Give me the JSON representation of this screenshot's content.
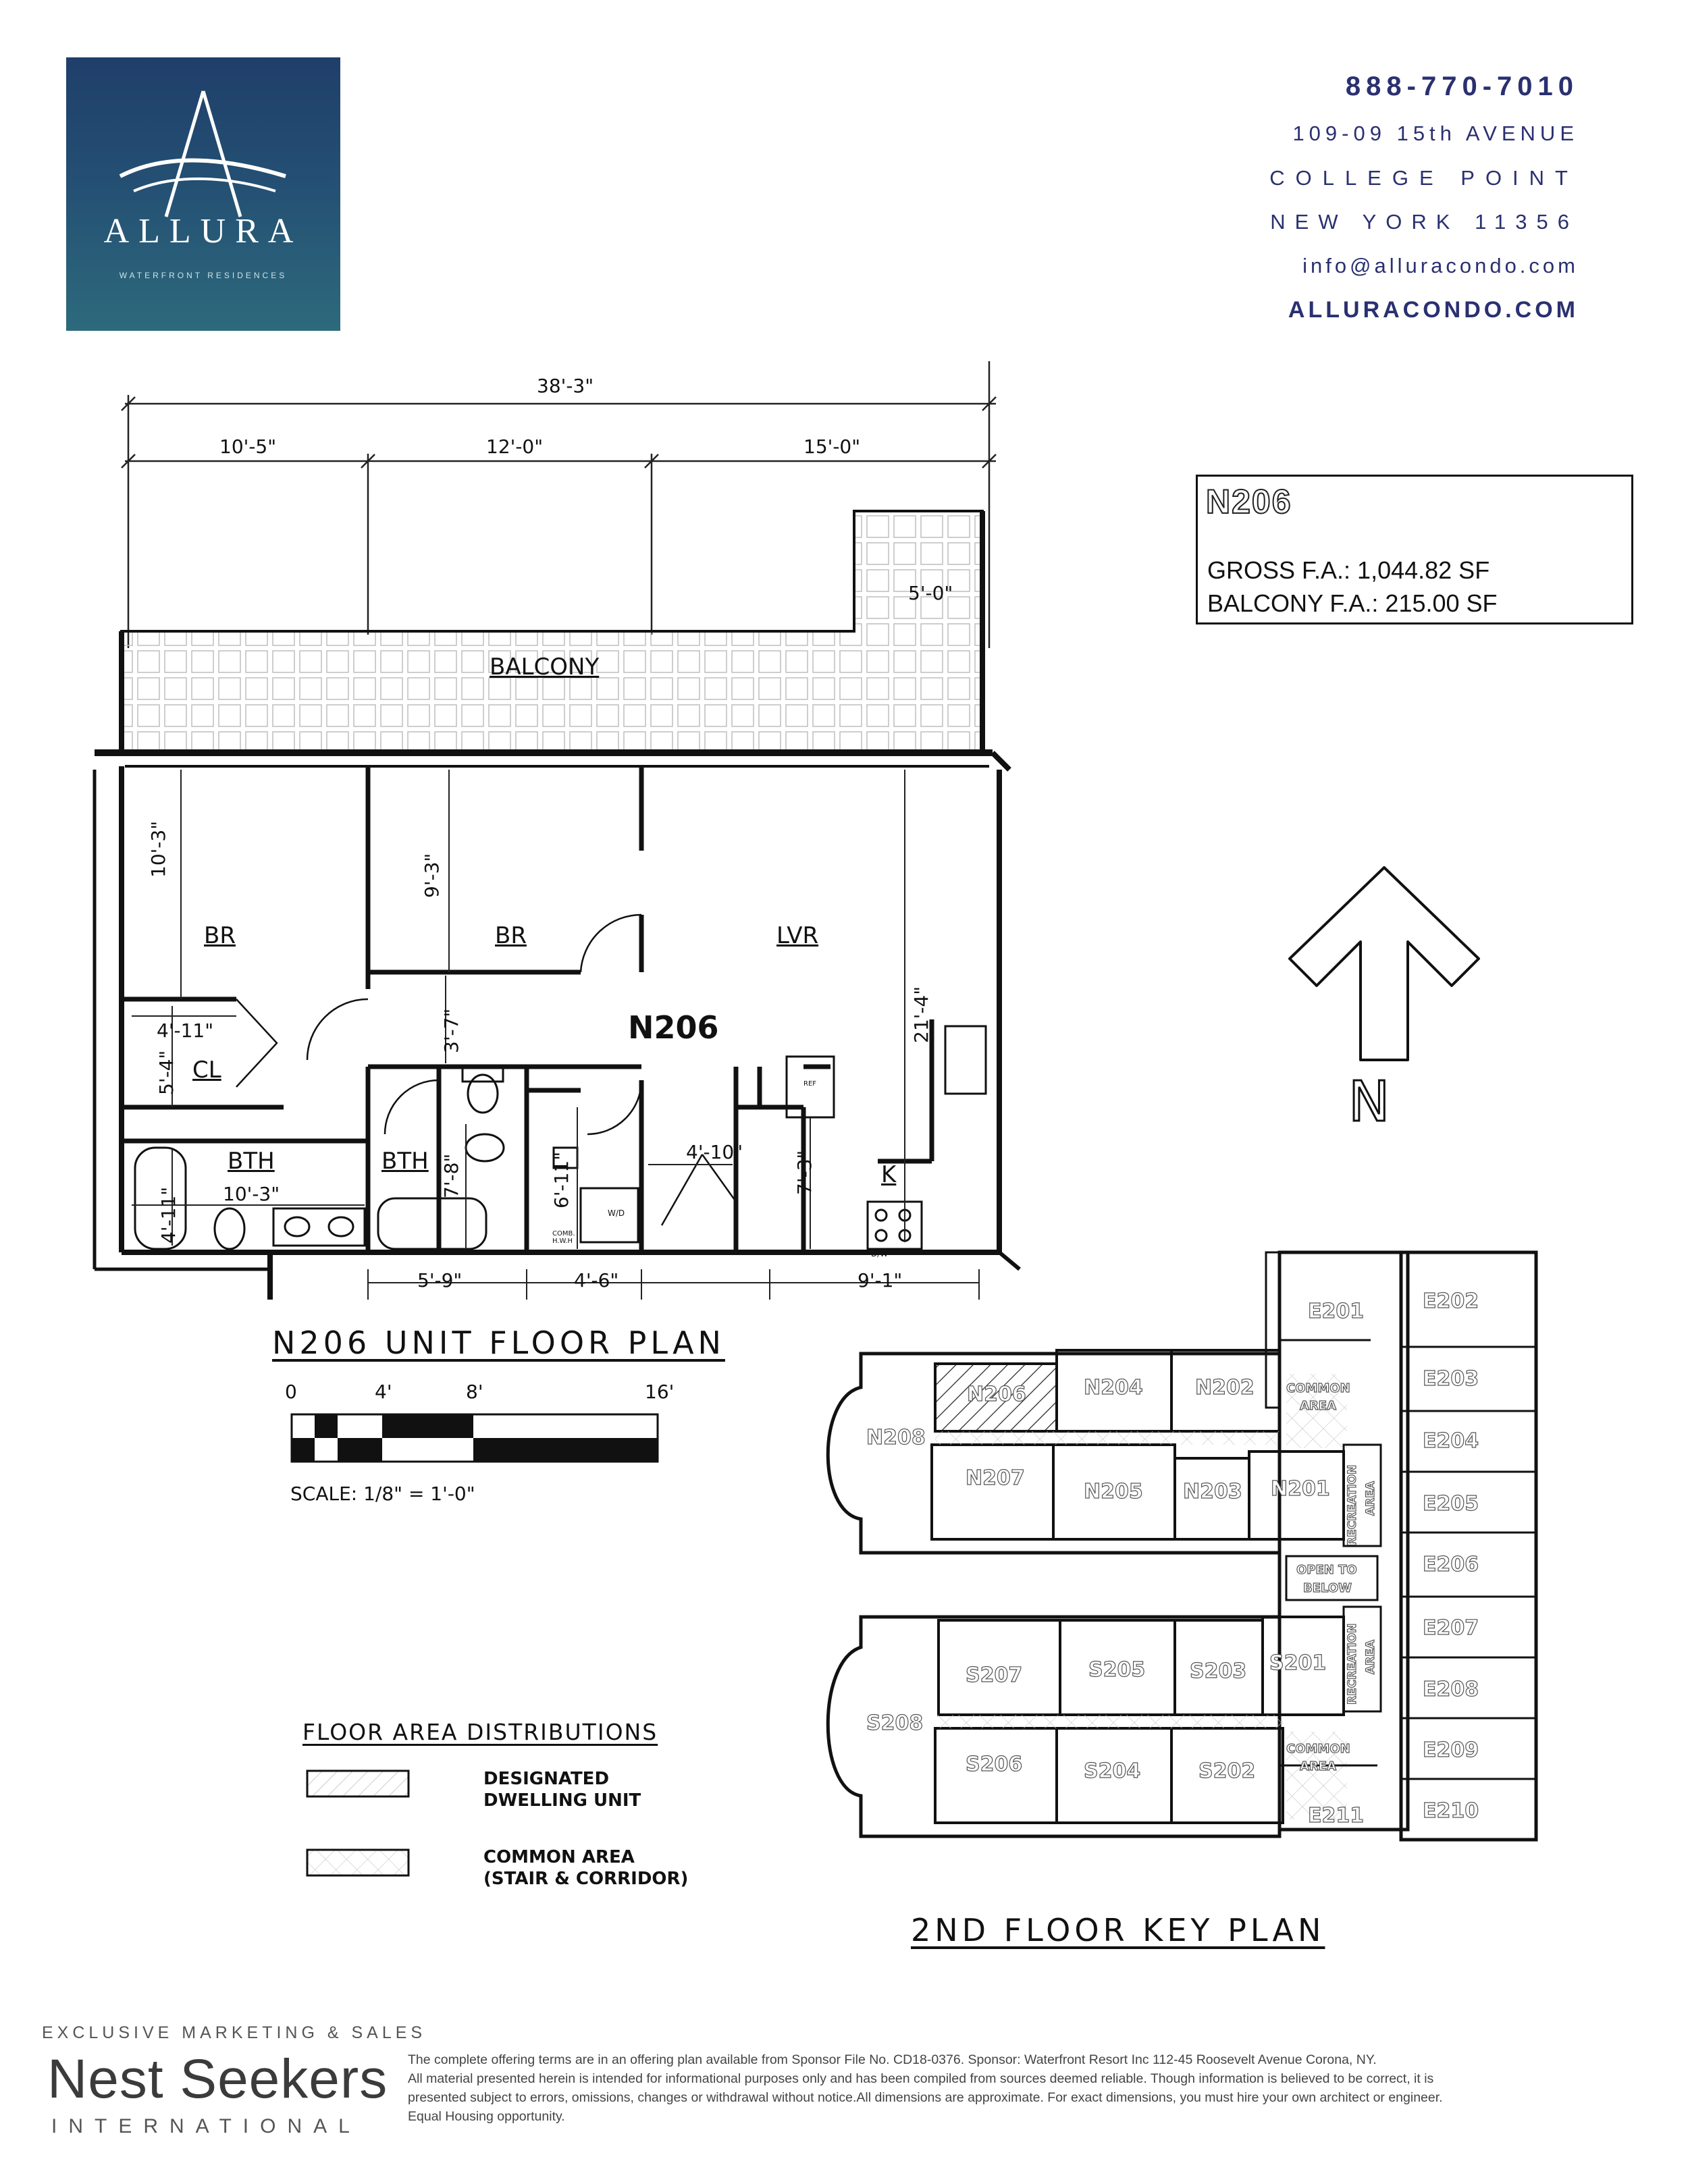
{
  "brand": {
    "name": "ALLURA",
    "tagline": "WATERFRONT RESIDENCES",
    "colors": {
      "navy": "#2a3070",
      "logo_top": "#1f3f6a",
      "logo_bottom": "#2d6a7c"
    }
  },
  "contact": {
    "phone": "888-770-7010",
    "address_line1": "109-09 15th AVENUE",
    "address_line2": "COLLEGE POINT",
    "address_line3": "NEW YORK 11356",
    "email": "info@alluracondo.com",
    "website": "ALLURACONDO.COM"
  },
  "unit_info": {
    "name": "N206",
    "gross": "GROSS F.A.: 1,044.82 SF",
    "balcony": "BALCONY F.A.: 215.00 SF"
  },
  "floor_plan": {
    "title": "N206 UNIT FLOOR PLAN",
    "unit_label": "N206",
    "dims": {
      "overall": "38'-3\"",
      "w1": "10'-5\"",
      "w2": "12'-0\"",
      "w3": "15'-0\"",
      "balcony_depth": "5'-0\"",
      "br1_depth": "10'-3\"",
      "br2_depth": "9'-3\"",
      "lvr_depth": "21'-4\"",
      "cl_width": "4'-11\"",
      "cl_depth": "5'-4\"",
      "bth1_width": "10'-3\"",
      "bth1_depth": "4'-11\"",
      "hall": "3'-7\"",
      "bth2_depth": "7'-8\"",
      "wd_depth": "6'-11\"",
      "entry": "4'-10\"",
      "k_depth": "7'-3\"",
      "b1": "5'-9\"",
      "b2": "4'-6\"",
      "b3": "9'-1\""
    },
    "rooms": {
      "balcony": "BALCONY",
      "br1": "BR",
      "br2": "BR",
      "lvr": "LVR",
      "cl": "CL",
      "bth1": "BTH",
      "bth2": "BTH",
      "k": "K",
      "wd": "W/D",
      "hwh": "COMB. H.W.H",
      "ref": "REF",
      "dw": "D/W"
    }
  },
  "scale": {
    "ticks": [
      "0",
      "4'",
      "8'",
      "16'"
    ],
    "label": "SCALE: 1/8\" = 1'-0\""
  },
  "compass": {
    "label": "N"
  },
  "legend": {
    "title": "FLOOR AREA DISTRIBUTIONS",
    "items": [
      {
        "label_line1": "DESIGNATED",
        "label_line2": "DWELLING UNIT"
      },
      {
        "label_line1": "COMMON AREA",
        "label_line2": "(STAIR & CORRIDOR)"
      }
    ]
  },
  "key_plan": {
    "title": "2ND FLOOR KEY PLAN",
    "north_units": [
      "N208",
      "N206",
      "N204",
      "N202",
      "N207",
      "N205",
      "N203",
      "N201"
    ],
    "south_units": [
      "S208",
      "S207",
      "S205",
      "S203",
      "S201",
      "S206",
      "S204",
      "S202"
    ],
    "east_units": [
      "E201",
      "E202",
      "E203",
      "E204",
      "E205",
      "E206",
      "E207",
      "E208",
      "E209",
      "E210",
      "E211"
    ],
    "common_label_1": "COMMON",
    "common_label_2": "AREA",
    "recreation_label": "RECREATION",
    "recreation_label_2": "AREA",
    "open_label_1": "OPEN TO",
    "open_label_2": "BELOW",
    "highlighted": "N206"
  },
  "footer": {
    "exclusive": "EXCLUSIVE MARKETING & SALES",
    "company": "Nest Seekers",
    "company_sub": "INTERNATIONAL",
    "legal_1": "The complete offering terms are in an offering plan available from Sponsor File No. CD18-0376.  Sponsor: Waterfront Resort Inc 112-45 Roosevelt Avenue Corona, NY.",
    "legal_2": "All material presented herein is intended for informational purposes only and has been compiled from sources deemed reliable. Though information is believed to be correct, it is",
    "legal_3": "presented subject to errors, omissions, changes or withdrawal without notice.All dimensions are approximate.  For exact dimensions, you must hire your own architect or engineer.",
    "legal_4": "Equal Housing opportunity."
  }
}
